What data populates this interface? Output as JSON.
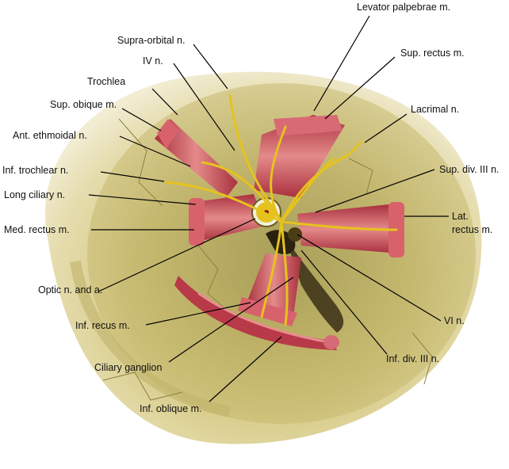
{
  "labels": {
    "levator": "Levator palpebrae m.",
    "supraorbital": "Supra-orbital n.",
    "sup_rectus": "Sup. rectus m.",
    "iv": "IV n.",
    "trochlea": "Trochlea",
    "lacrimal": "Lacrimal n.",
    "sup_oblique": "Sup. obique m.",
    "ant_ethmoidal": "Ant. ethmoidal n.",
    "inf_trochlear": "Inf. trochlear n.",
    "sup_div": "Sup. div. III n.",
    "long_ciliary": "Long ciliary n.",
    "lat_rectus_1": "Lat.",
    "lat_rectus_2": "rectus m.",
    "med_rectus": "Med. rectus m.",
    "optic": "Optic n. and a.",
    "vi": "VI n.",
    "inf_rectus": "Inf. recus m.",
    "ciliary_ganglion": "Ciliary ganglion",
    "inf_div": "Inf. div. III n.",
    "inf_oblique": "Inf. oblique m."
  },
  "colors": {
    "bone": "#d8cc86",
    "bone_dark": "#a89a4e",
    "muscle": "#c0404e",
    "muscle_light": "#e48a8a",
    "nerve": "#e6c21e",
    "leader": "#000000"
  }
}
